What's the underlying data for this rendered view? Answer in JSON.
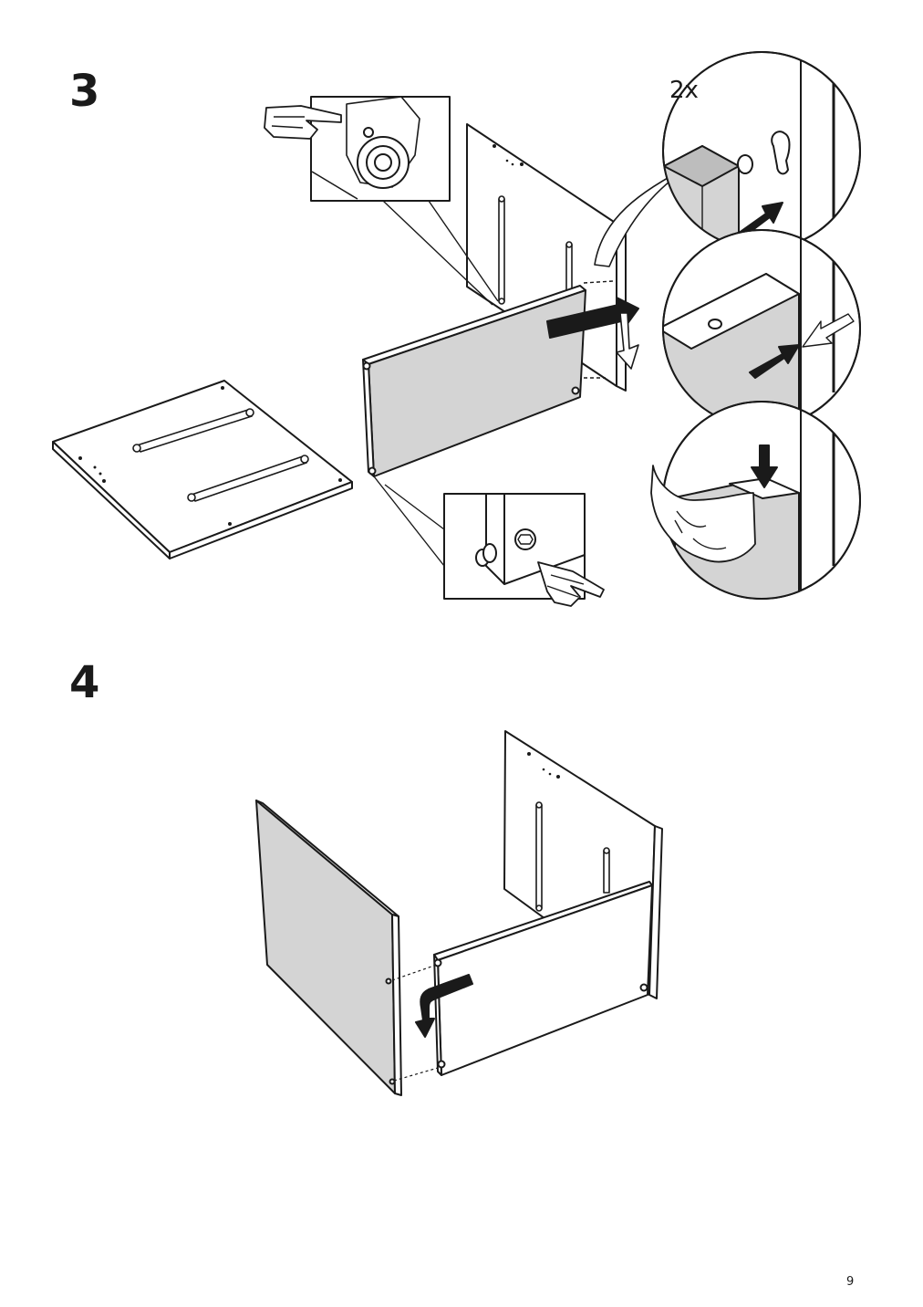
{
  "page": {
    "number": "9"
  },
  "steps": [
    {
      "number": "3",
      "multiplier": "2x"
    },
    {
      "number": "4"
    }
  ],
  "colors": {
    "panel_fill": "#d4d4d4",
    "line": "#1a1a1a",
    "arrow": "#1a1a1a"
  },
  "icons": [
    "pointing-hand-icon",
    "push-arrow-icon",
    "hand-press-icon",
    "down-arrow-icon"
  ]
}
